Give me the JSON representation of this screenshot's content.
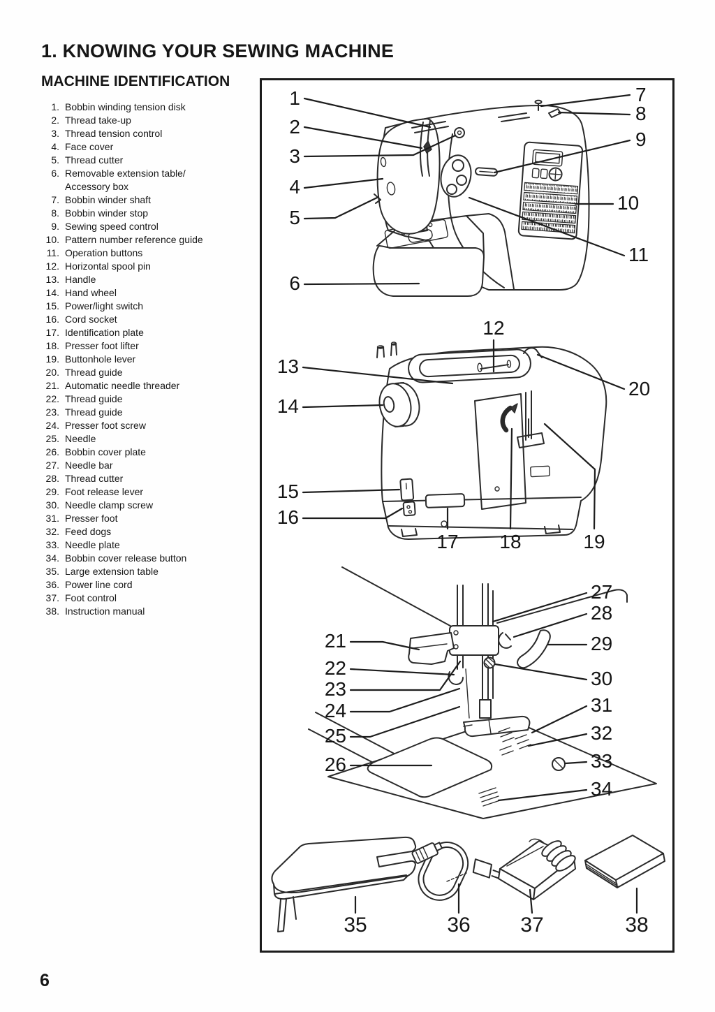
{
  "page": {
    "title": "1. KNOWING YOUR SEWING MACHINE",
    "section_heading": "MACHINE IDENTIFICATION",
    "page_number": "6"
  },
  "parts": [
    {
      "n": "1.",
      "t": "Bobbin winding tension disk"
    },
    {
      "n": "2.",
      "t": "Thread take-up"
    },
    {
      "n": "3.",
      "t": "Thread tension control"
    },
    {
      "n": "4.",
      "t": "Face cover"
    },
    {
      "n": "5.",
      "t": "Thread cutter"
    },
    {
      "n": "6.",
      "t": "Removable extension table/",
      "t2": "Accessory box"
    },
    {
      "n": "7.",
      "t": "Bobbin winder shaft"
    },
    {
      "n": "8.",
      "t": "Bobbin winder stop"
    },
    {
      "n": "9.",
      "t": "Sewing speed control"
    },
    {
      "n": "10.",
      "t": "Pattern number reference guide"
    },
    {
      "n": "11.",
      "t": "Operation buttons"
    },
    {
      "n": "12.",
      "t": "Horizontal spool pin"
    },
    {
      "n": "13.",
      "t": "Handle"
    },
    {
      "n": "14.",
      "t": "Hand wheel"
    },
    {
      "n": "15.",
      "t": "Power/light switch"
    },
    {
      "n": "16.",
      "t": "Cord socket"
    },
    {
      "n": "17.",
      "t": "Identification plate"
    },
    {
      "n": "18.",
      "t": "Presser foot lifter"
    },
    {
      "n": "19.",
      "t": "Buttonhole lever"
    },
    {
      "n": "20.",
      "t": "Thread guide"
    },
    {
      "n": "21.",
      "t": "Automatic needle threader"
    },
    {
      "n": "22.",
      "t": "Thread guide"
    },
    {
      "n": "23.",
      "t": "Thread guide"
    },
    {
      "n": "24.",
      "t": "Presser foot screw"
    },
    {
      "n": "25.",
      "t": "Needle"
    },
    {
      "n": "26.",
      "t": "Bobbin cover plate"
    },
    {
      "n": "27.",
      "t": "Needle bar"
    },
    {
      "n": "28.",
      "t": "Thread cutter"
    },
    {
      "n": "29.",
      "t": "Foot release lever"
    },
    {
      "n": "30.",
      "t": "Needle clamp screw"
    },
    {
      "n": "31.",
      "t": "Presser foot"
    },
    {
      "n": "32.",
      "t": "Feed dogs"
    },
    {
      "n": "33.",
      "t": "Needle plate"
    },
    {
      "n": "34.",
      "t": "Bobbin cover release button"
    },
    {
      "n": "35.",
      "t": "Large extension table"
    },
    {
      "n": "36.",
      "t": "Power line cord"
    },
    {
      "n": "37.",
      "t": "Foot control"
    },
    {
      "n": "38.",
      "t": "Instruction manual"
    }
  ],
  "callouts": {
    "front_view": [
      "1",
      "2",
      "3",
      "4",
      "5",
      "6",
      "7",
      "8",
      "9",
      "10",
      "11"
    ],
    "rear_view": [
      "12",
      "13",
      "14",
      "15",
      "16",
      "17",
      "18",
      "19",
      "20"
    ],
    "needle_area": [
      "21",
      "22",
      "23",
      "24",
      "25",
      "26",
      "27",
      "28",
      "29",
      "30",
      "31",
      "32",
      "33",
      "34"
    ],
    "accessories": [
      "35",
      "36",
      "37",
      "38"
    ]
  }
}
